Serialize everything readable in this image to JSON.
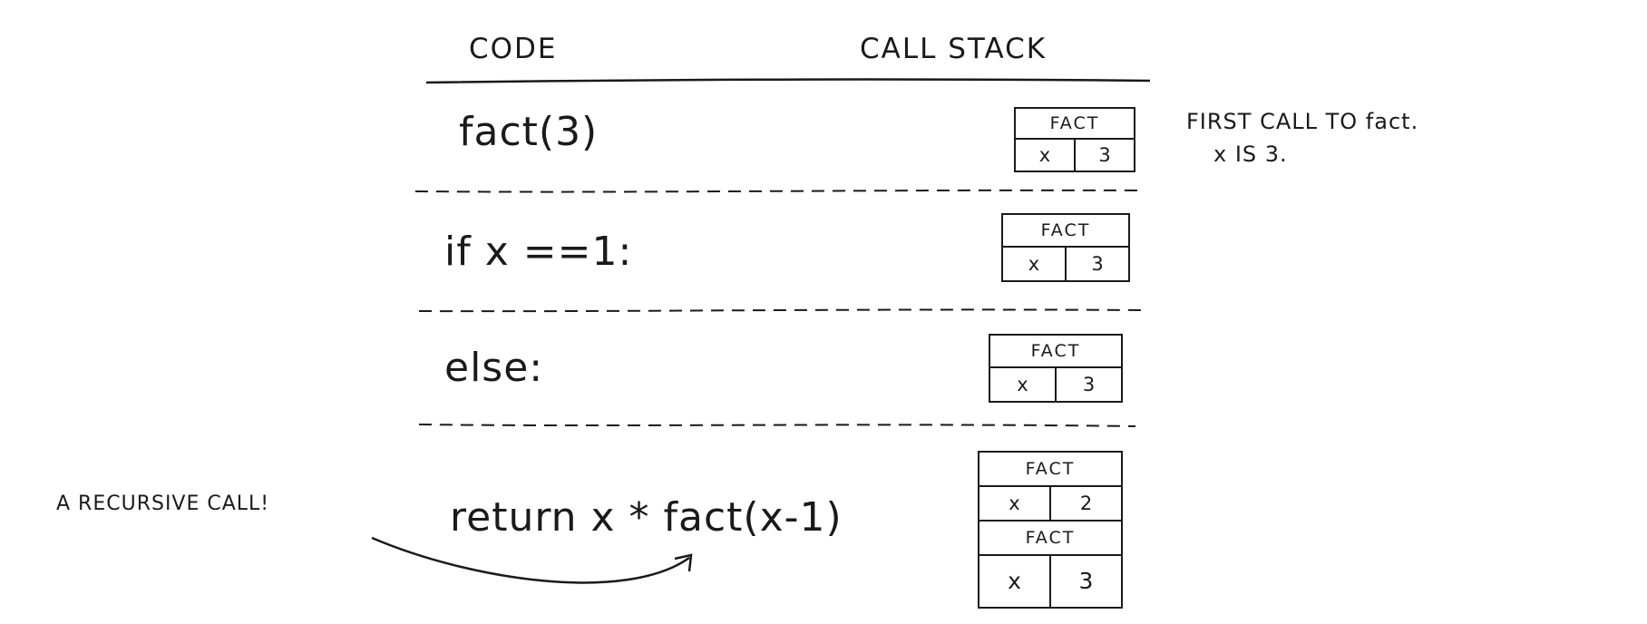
{
  "headers": {
    "code": "CODE",
    "call_stack": "CALL STACK"
  },
  "rows": [
    {
      "code": "fact(3)",
      "stack": [
        {
          "title": "FACT",
          "var": "x",
          "val": "3"
        }
      ]
    },
    {
      "code": "if x ==1:",
      "stack": [
        {
          "title": "FACT",
          "var": "x",
          "val": "3"
        }
      ]
    },
    {
      "code": "else:",
      "stack": [
        {
          "title": "FACT",
          "var": "x",
          "val": "3"
        }
      ]
    },
    {
      "code": "return x * fact(x-1)",
      "stack": [
        {
          "title": "FACT",
          "var": "x",
          "val": "2"
        },
        {
          "title": "FACT",
          "var": "x",
          "val": "3"
        }
      ]
    }
  ],
  "annotations": {
    "first_call_line1": "FIRST CALL TO fact.",
    "first_call_line2": "x IS 3.",
    "recursive_call": "A RECURSIVE CALL!"
  }
}
